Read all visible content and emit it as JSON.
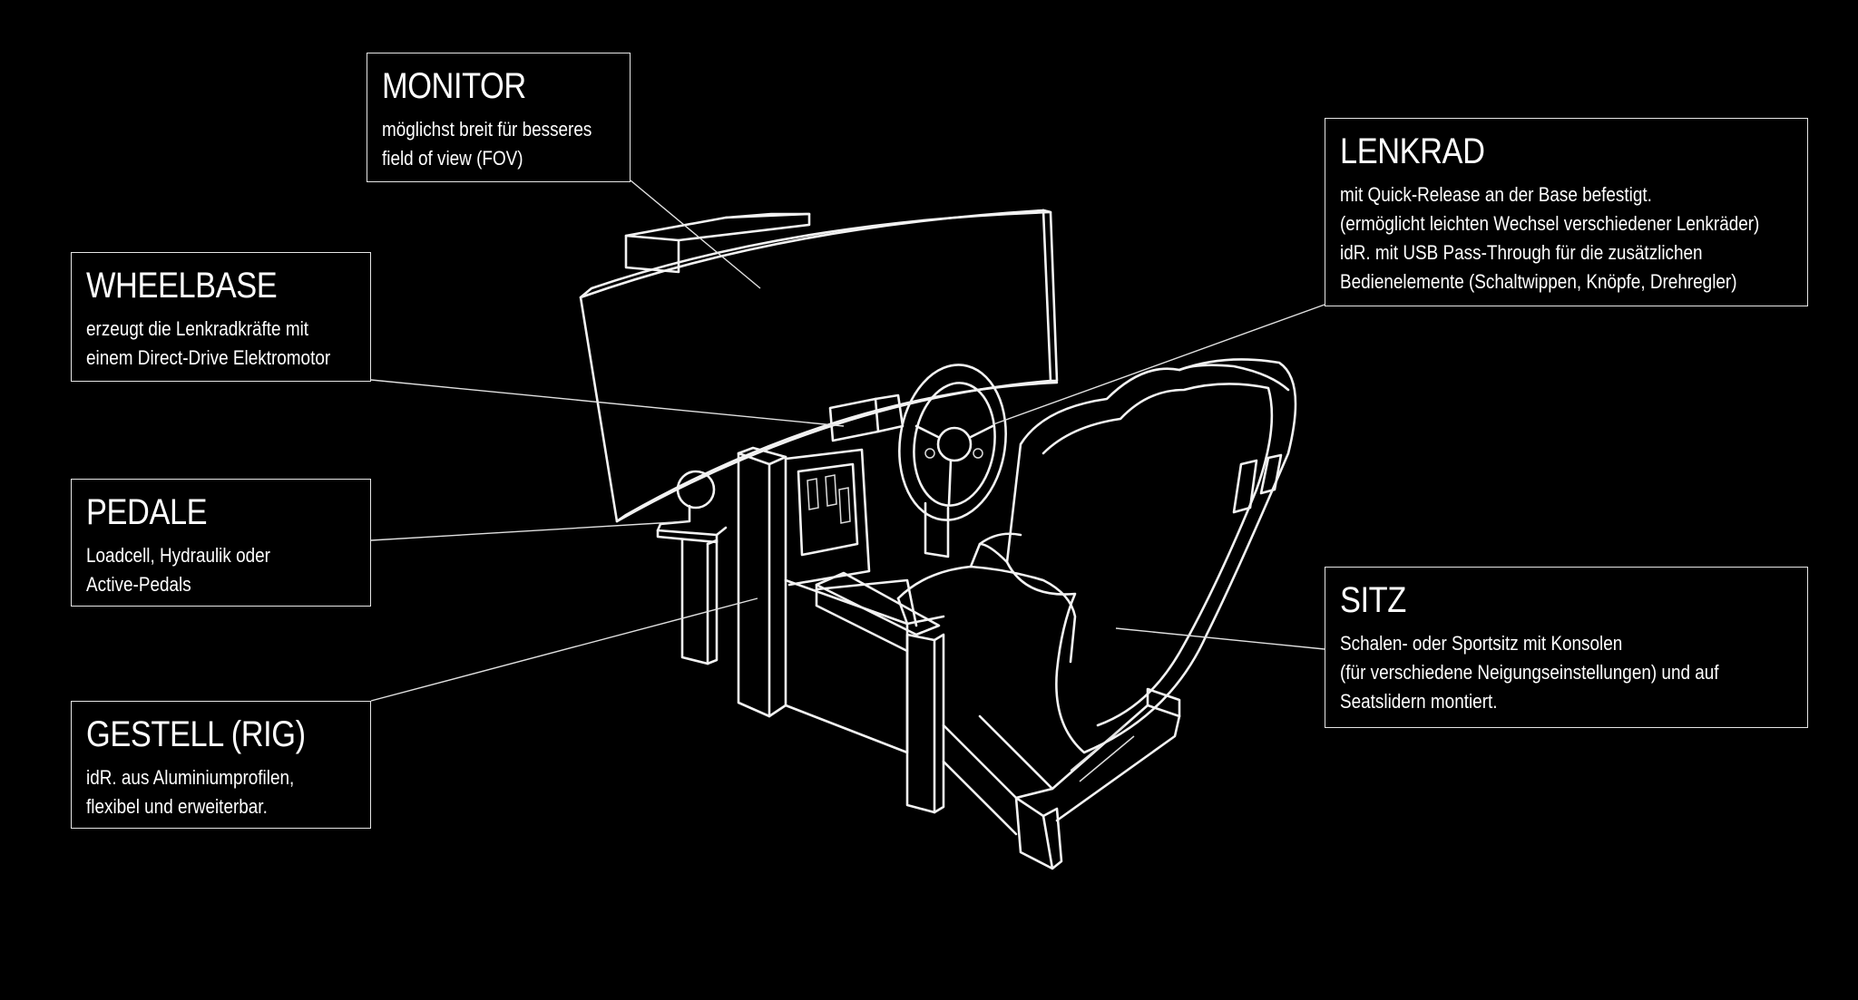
{
  "callouts": {
    "monitor": {
      "title": "MONITOR",
      "lines": [
        "möglichst breit für besseres",
        "field of view (FOV)"
      ]
    },
    "wheelbase": {
      "title": "WHEELBASE",
      "lines": [
        "erzeugt die Lenkradkräfte mit",
        "einem Direct-Drive Elektromotor"
      ]
    },
    "pedale": {
      "title": "PEDALE",
      "lines": [
        "Loadcell, Hydraulik oder",
        "Active-Pedals"
      ]
    },
    "gestell": {
      "title": "GESTELL (RIG)",
      "lines": [
        "idR. aus Aluminiumprofilen,",
        "flexibel und erweiterbar."
      ]
    },
    "lenkrad": {
      "title": "LENKRAD",
      "lines": [
        "mit Quick-Release an der Base befestigt.",
        "(ermöglicht leichten Wechsel verschiedener Lenkräder)",
        "idR. mit USB Pass-Through für die zusätzlichen",
        "Bedienelemente (Schaltwippen, Knöpfe, Drehregler)"
      ]
    },
    "sitz": {
      "title": "SITZ",
      "lines": [
        "Schalen- oder Sportsitz mit Konsolen",
        "(für verschiedene Neigungseinstellungen) und auf",
        "Seatslidern montiert."
      ]
    }
  },
  "colors": {
    "background": "#000000",
    "line": "#f2f2f2"
  },
  "icons": [
    "sim-rig-illustration"
  ]
}
